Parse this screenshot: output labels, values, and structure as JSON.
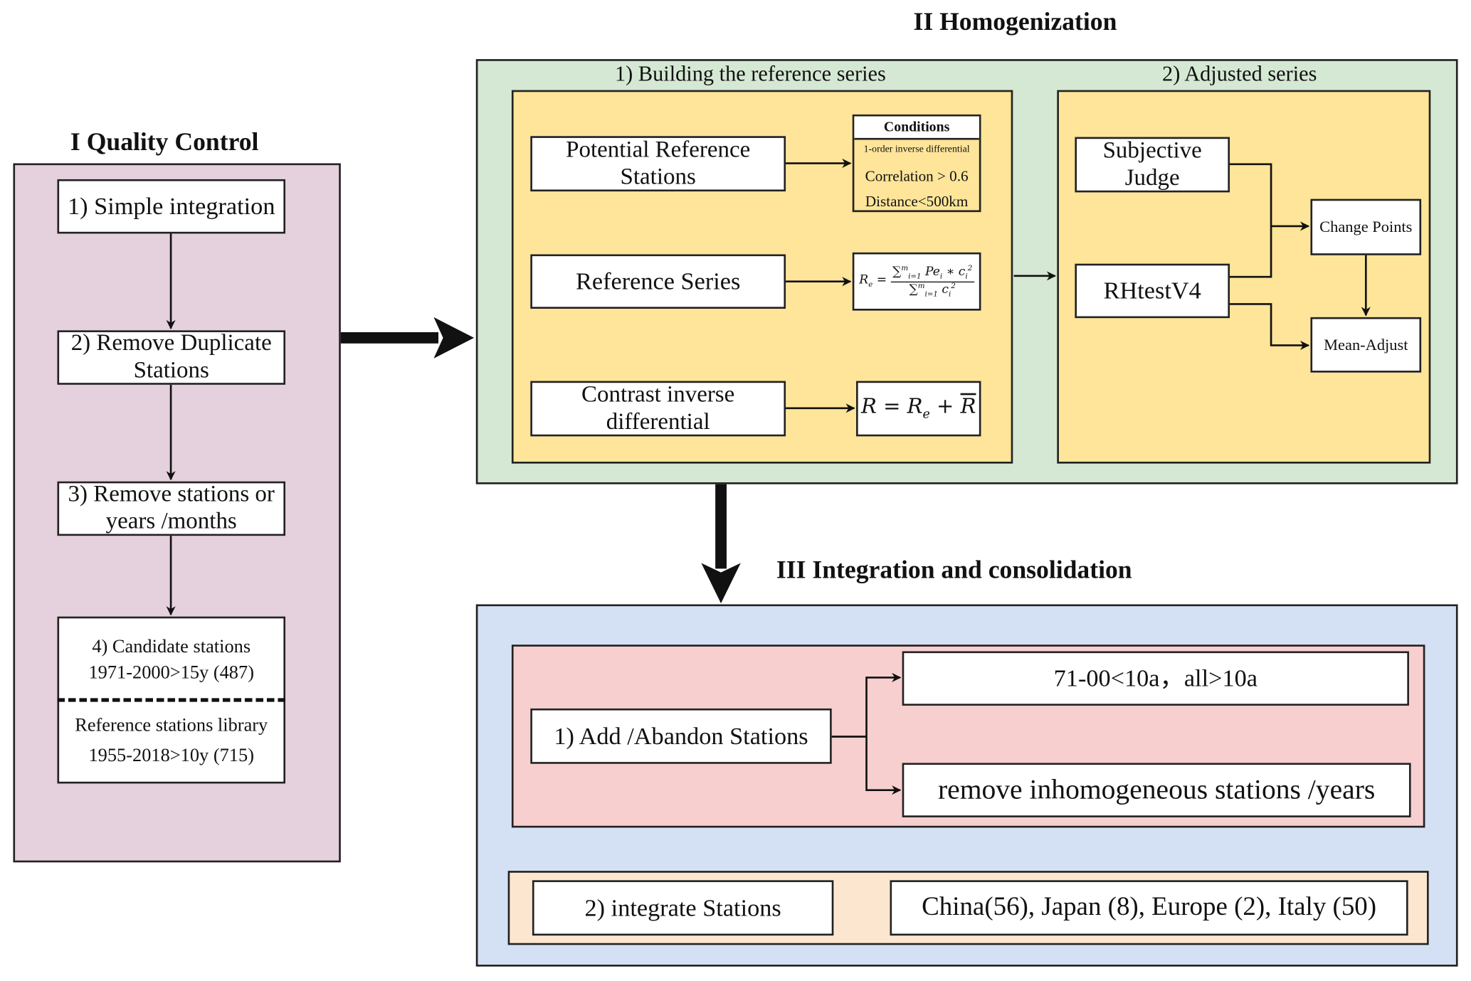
{
  "colors": {
    "qc_panel": "#e5d0dd",
    "homog_panel": "#d5e8d4",
    "homog_inner": "#fee599",
    "integ_panel": "#d4e1f4",
    "integ_red": "#f7cfce",
    "integ_peach": "#fde6cf"
  },
  "section1": {
    "title": "I Quality Control",
    "steps": [
      {
        "label": "1) Simple integration"
      },
      {
        "label": "2) Remove Duplicate Stations"
      },
      {
        "label": "3) Remove stations or years /months"
      }
    ],
    "candidate": {
      "line1": "4)  Candidate stations",
      "line2": "1971-2000>15y (487)"
    },
    "reference_library": {
      "line1": "Reference stations library",
      "line2": "1955-2018>10y  (715)"
    }
  },
  "section2": {
    "title": "II Homogenization",
    "sub1": {
      "title": "1) Building the reference series",
      "potential": "Potential Reference Stations",
      "reference_series": "Reference Series",
      "contrast": "Contrast  inverse differential",
      "conditions": {
        "header": "Conditions",
        "items": [
          "1-order inverse differential",
          "Correlation > 0.6",
          "Distance<500km"
        ]
      },
      "formula_re": "Re = Σ(i=1..m) Pe_i * c_i^2 / Σ(i=1..m) c_i^2",
      "formula_r": "R = Re + R̄"
    },
    "sub2": {
      "title": "2) Adjusted series",
      "subjective": "Subjective Judge",
      "rhtest": "RHtestV4",
      "change_points": "Change Points",
      "mean_adjust": "Mean-Adjust"
    }
  },
  "section3": {
    "title": "III Integration and consolidation",
    "add_abandon": "1) Add /Abandon Stations",
    "rule1": "71-00<10a，all>10a",
    "rule2": "remove inhomogeneous stations /years",
    "integrate": "2) integrate Stations",
    "countries": "China(56), Japan (8), Europe (2), Italy (50)"
  }
}
